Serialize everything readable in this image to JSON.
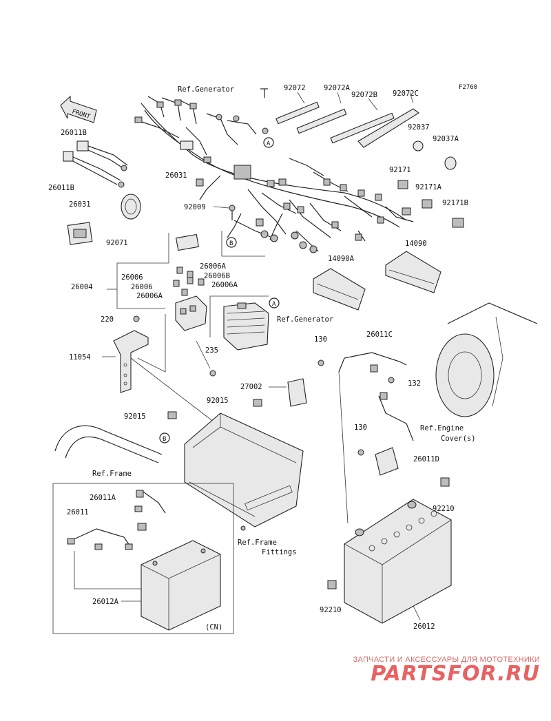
{
  "diagram_id": "F2760",
  "front_label": "FRONT",
  "part_labels": {
    "p26011B_a": "26011B",
    "p26011B_b": "26011B",
    "p26031_a": "26031",
    "p26031_b": "26031",
    "p92071": "92071",
    "p92072": "92072",
    "p92072A": "92072A",
    "p92072B": "92072B",
    "p92072C": "92072C",
    "p92037": "92037",
    "p92037A": "92037A",
    "p92171": "92171",
    "p92171A": "92171A",
    "p92171B": "92171B",
    "p92009": "92009",
    "p14090": "14090",
    "p14090A": "14090A",
    "p26004": "26004",
    "p26006": "26006",
    "p26006A_a": "26006A",
    "p26006B": "26006B",
    "p26006A_b": "26006A",
    "p26006_b": "26006",
    "p26006A_c": "26006A",
    "p220": "220",
    "p11054": "11054",
    "p235": "235",
    "p130_a": "130",
    "p130_b": "130",
    "p26011C": "26011C",
    "p132": "132",
    "p27002": "27002",
    "p92015_a": "92015",
    "p92015_b": "92015",
    "p26011D": "26011D",
    "p92210_a": "92210",
    "p92210_b": "92210",
    "p26011A": "26011A",
    "p26011": "26011",
    "p26012A": "26012A",
    "p26012": "26012"
  },
  "ref_labels": {
    "generator_top": "Ref.Generator",
    "generator_mid": "Ref.Generator",
    "frame": "Ref.Frame",
    "frame_fittings_1": "Ref.Frame",
    "frame_fittings_2": "Fittings",
    "engine_cover_1": "Ref.Engine",
    "engine_cover_2": "Cover(s)"
  },
  "markers": {
    "A_top": "A",
    "A_mid": "A",
    "B_top": "B",
    "B_frame": "B"
  },
  "variant_label": "(CN)",
  "watermark": {
    "top_text": "ЗАПЧАСТИ И АКСЕССУАРЫ ДЛЯ МОТОТЕХНИКИ",
    "logo_text": "PARTSFOR.RU"
  }
}
